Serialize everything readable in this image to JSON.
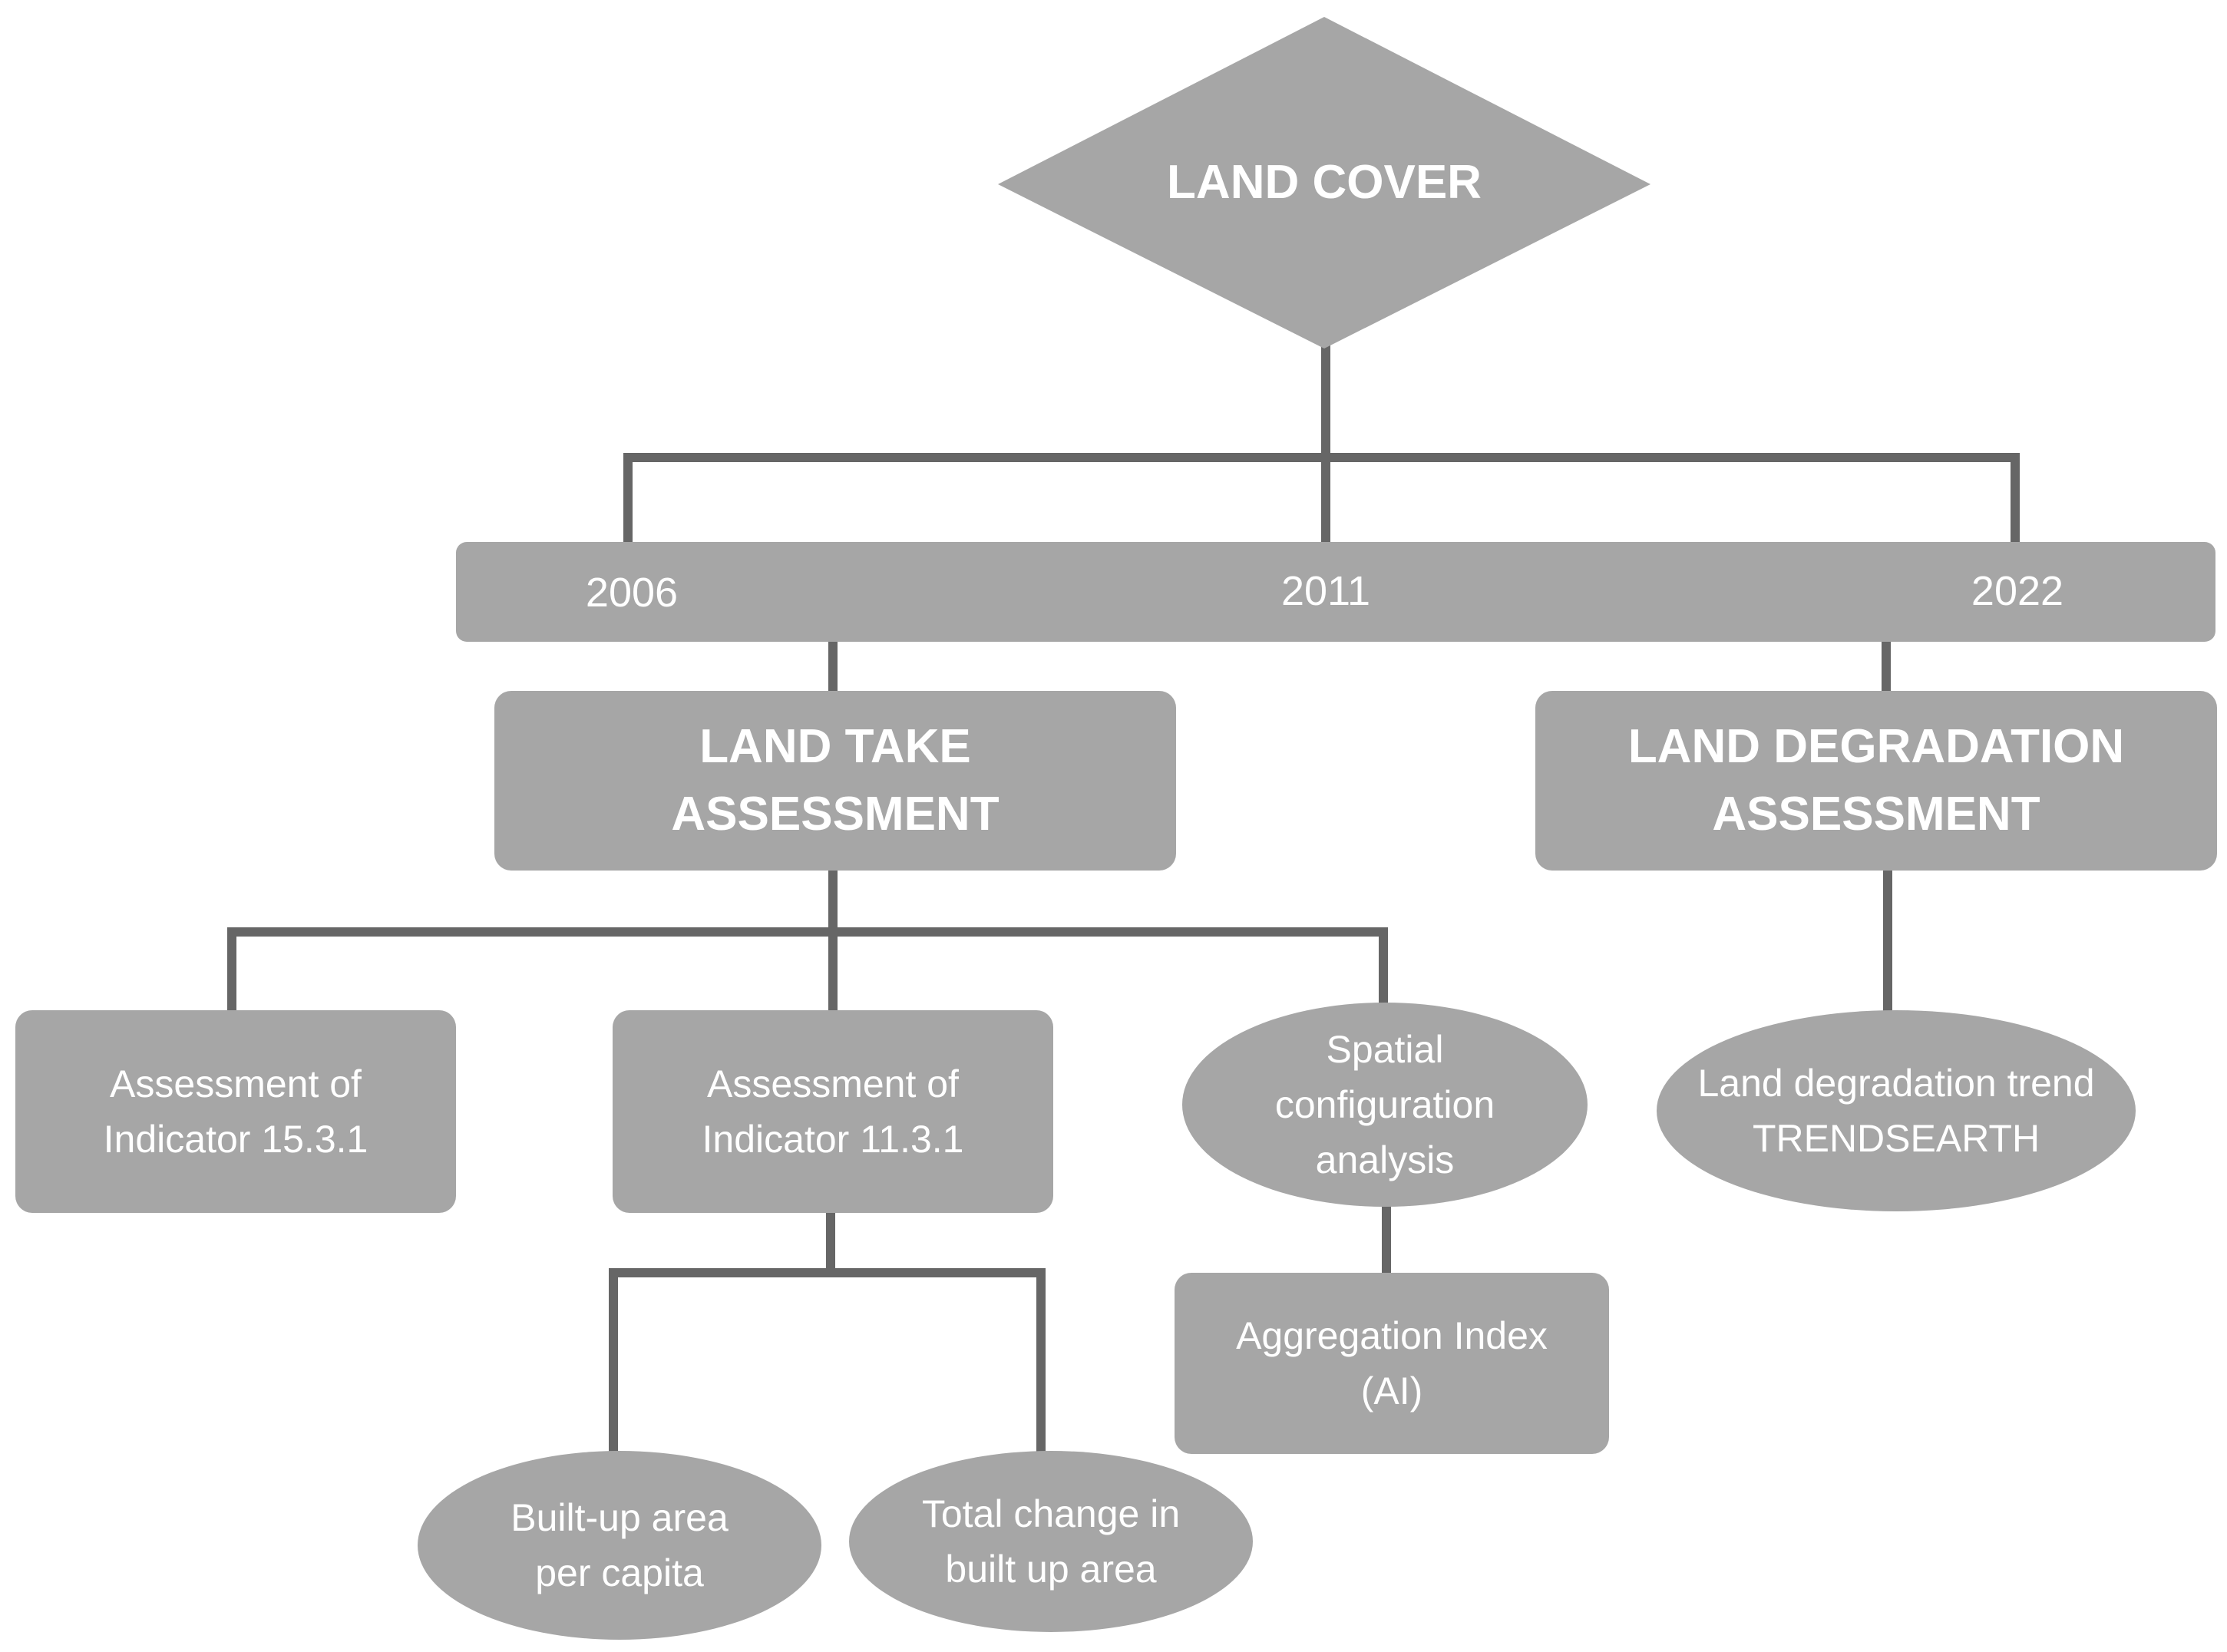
{
  "diagram": {
    "root": "LAND COVER",
    "years": [
      "2006",
      "2011",
      "2022"
    ],
    "land_take": "LAND TAKE\nASSESSMENT",
    "land_degradation": "LAND DEGRADATION\nASSESSMENT",
    "indicator_15": "Assessment of\nIndicator 15.3.1",
    "indicator_11": "Assessment of\nIndicator 11.3.1",
    "spatial": "Spatial\nconfiguration\nanalysis",
    "trend": "Land degradation trend\nTRENDSEARTH",
    "aggregation": "Aggregation Index\n(AI)",
    "built_up_per_capita": "Built-up area\nper capita",
    "total_change": "Total change in\nbuilt up area"
  },
  "colors": {
    "shape_fill": "#a6a6a6",
    "connector": "#666666",
    "text": "#ffffff"
  }
}
